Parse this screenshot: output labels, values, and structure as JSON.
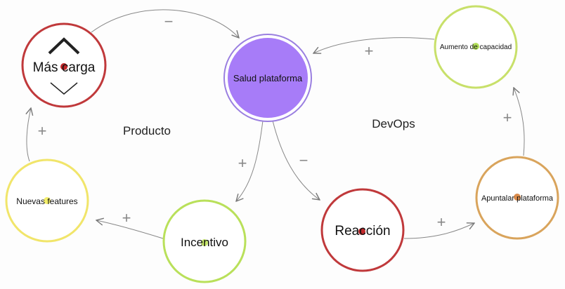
{
  "groups": {
    "producto": "Producto",
    "devops": "DevOps"
  },
  "nodes": {
    "mas_carga": {
      "label": "Más carga",
      "color": "#c0393b",
      "dot_color": "#c0282a"
    },
    "salud": {
      "label": "Salud plataforma",
      "color": "#9a7fe0",
      "fill": "#a77cf8"
    },
    "aumento": {
      "label": "Aumento de capacidad",
      "color": "#c8e06a",
      "dot_color": "#b3e05a"
    },
    "nuevas": {
      "label": "Nuevas features",
      "color": "#f1e56a",
      "dot_color": "#f3ee6a"
    },
    "incentivo": {
      "label": "Incentivo",
      "color": "#b9e05a",
      "dot_color": "#c8e86a"
    },
    "reaccion": {
      "label": "Reacción",
      "color": "#c0393b",
      "dot_color": "#c0282a"
    },
    "apuntalar": {
      "label": "Apuntalar plataforma",
      "color": "#d9a45c",
      "dot_color": "#d98a4a"
    }
  },
  "links": {
    "mas_carga_to_salud": "−",
    "aumento_to_salud": "+",
    "salud_to_incentivo": "+",
    "salud_to_reaccion": "−",
    "incentivo_to_nuevas": "+",
    "nuevas_to_mas_carga": "+",
    "reaccion_to_apuntalar": "+",
    "apuntalar_to_aumento": "+"
  },
  "icons": {
    "up": "chevron-up-icon",
    "down": "chevron-down-icon"
  }
}
